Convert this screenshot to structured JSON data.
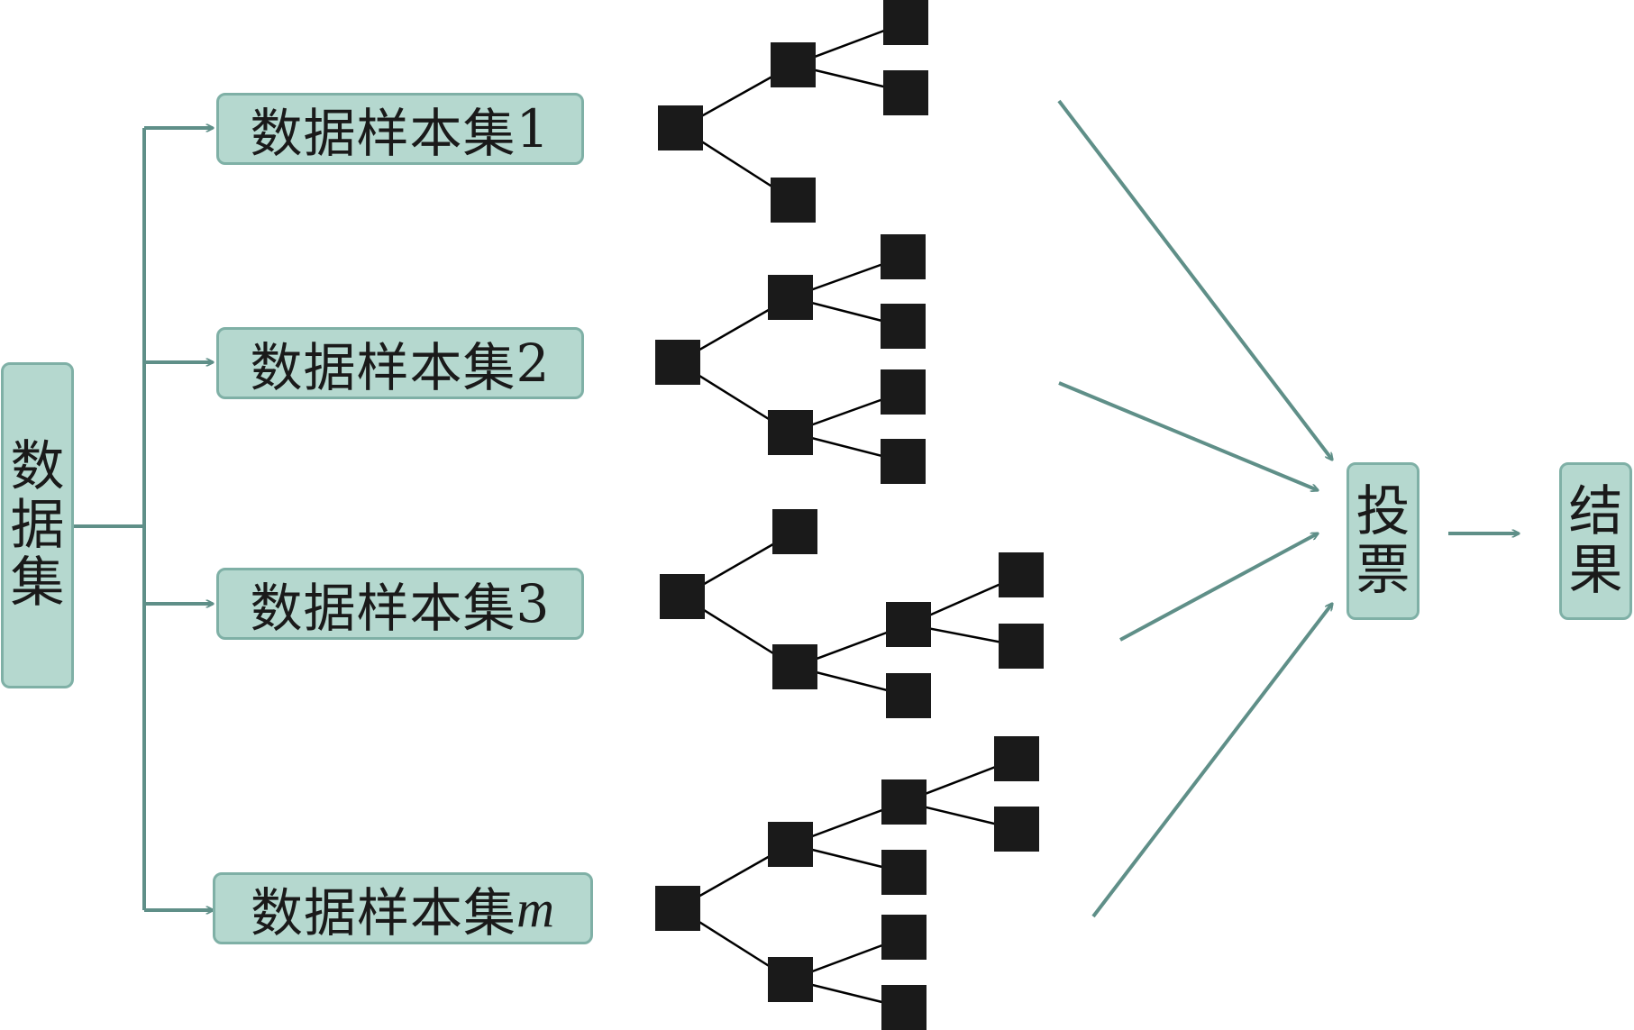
{
  "dataset": {
    "chars": [
      "数",
      "据",
      "集"
    ]
  },
  "samples": [
    {
      "text": "数据样本集",
      "suffix": "1",
      "suffix_italic": false
    },
    {
      "text": "数据样本集",
      "suffix": "2",
      "suffix_italic": false
    },
    {
      "text": "数据样本集",
      "suffix": "3",
      "suffix_italic": false
    },
    {
      "text": "数据样本集",
      "suffix": "m",
      "suffix_italic": true
    }
  ],
  "vote": {
    "chars": [
      "投",
      "票"
    ]
  },
  "result": {
    "chars": [
      "结",
      "果"
    ]
  },
  "colors": {
    "box_fill": "#b5d8cf",
    "box_border": "#7fb0a6",
    "arrow": "#5f8f88",
    "node": "#1a1a1a",
    "edge": "#000000"
  }
}
